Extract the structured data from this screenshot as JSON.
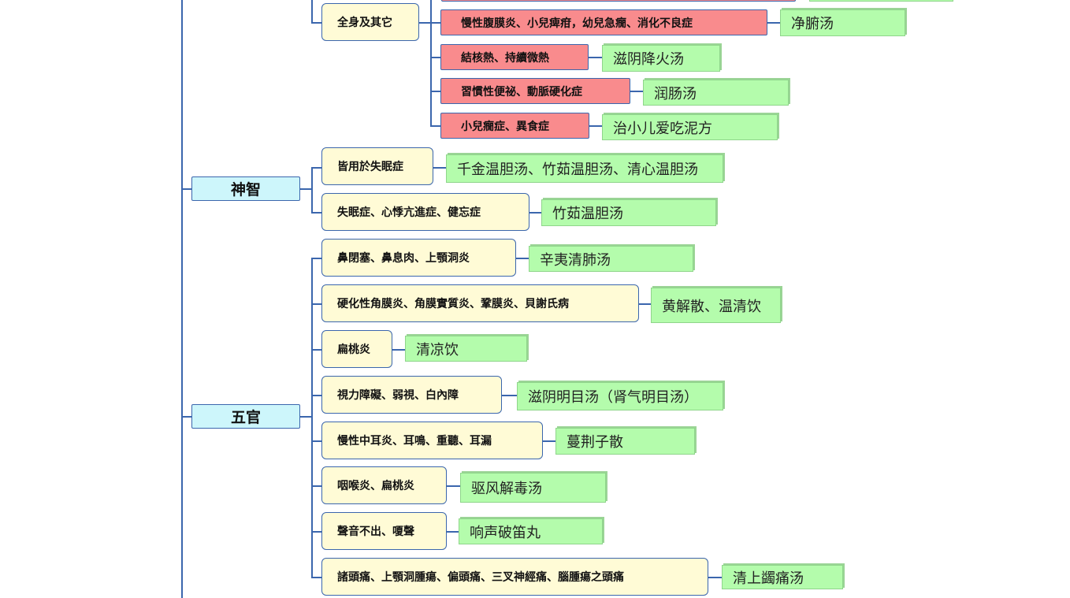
{
  "categories": [
    {
      "id": "shenzhi",
      "label": "神智"
    },
    {
      "id": "wuguan",
      "label": "五官"
    }
  ],
  "symptoms": [
    {
      "id": "s1",
      "label": "全身及其它"
    },
    {
      "id": "s2",
      "label": "皆用於失眠症"
    },
    {
      "id": "s3",
      "label": "失眠症、心悸亢進症、健忘症"
    },
    {
      "id": "s4",
      "label": "鼻閉塞、鼻息肉、上顎洞炎"
    },
    {
      "id": "s5",
      "label": "硬化性角膜炎、角膜實質炎、鞏膜炎、貝謝氏病"
    },
    {
      "id": "s6",
      "label": "扁桃炎"
    },
    {
      "id": "s7",
      "label": "視力障礙、弱視、白內障"
    },
    {
      "id": "s8",
      "label": "慢性中耳炎、耳鳴、重聽、耳漏"
    },
    {
      "id": "s9",
      "label": "咽喉炎、扁桃炎"
    },
    {
      "id": "s10",
      "label": "聲音不出、嗄聲"
    },
    {
      "id": "s11",
      "label": "諸頭痛、上顎洞腫瘍、偏頭痛、三叉神經痛、腦腫瘍之頭痛"
    }
  ],
  "conditions": [
    {
      "id": "c1",
      "label": "慢性腹膜炎、小兒痺疳，幼兒急癇、消化不良症"
    },
    {
      "id": "c2",
      "label": "結核熱、持續微熱"
    },
    {
      "id": "c3",
      "label": "習慣性便祕、動脈硬化症"
    },
    {
      "id": "c4",
      "label": "小兒癇症、異食症"
    }
  ],
  "prescriptions": [
    {
      "id": "r1",
      "label": "净腑汤"
    },
    {
      "id": "r2",
      "label": "滋阴降火汤"
    },
    {
      "id": "r3",
      "label": "润肠汤"
    },
    {
      "id": "r4",
      "label": "治小儿爱吃泥方"
    },
    {
      "id": "r5",
      "label": "千金温胆汤、竹茹温胆汤、清心温胆汤"
    },
    {
      "id": "r6",
      "label": "竹茹温胆汤"
    },
    {
      "id": "r7",
      "label": "辛夷清肺汤"
    },
    {
      "id": "r8",
      "label": "黄解散、温清饮"
    },
    {
      "id": "r9",
      "label": "清凉饮"
    },
    {
      "id": "r10",
      "label": "滋阴明目汤（肾气明目汤）"
    },
    {
      "id": "r11",
      "label": "蔓荆子散"
    },
    {
      "id": "r12",
      "label": "驱风解毒汤"
    },
    {
      "id": "r13",
      "label": "响声破笛丸"
    },
    {
      "id": "r14",
      "label": "清上蠲痛汤"
    }
  ],
  "colors": {
    "line": "#3b66ad",
    "category_fill": "#cdf6fb",
    "symptom_fill": "#fffbd6",
    "condition_fill": "#f98b8d",
    "prescription_fill": "#b4fcac"
  }
}
